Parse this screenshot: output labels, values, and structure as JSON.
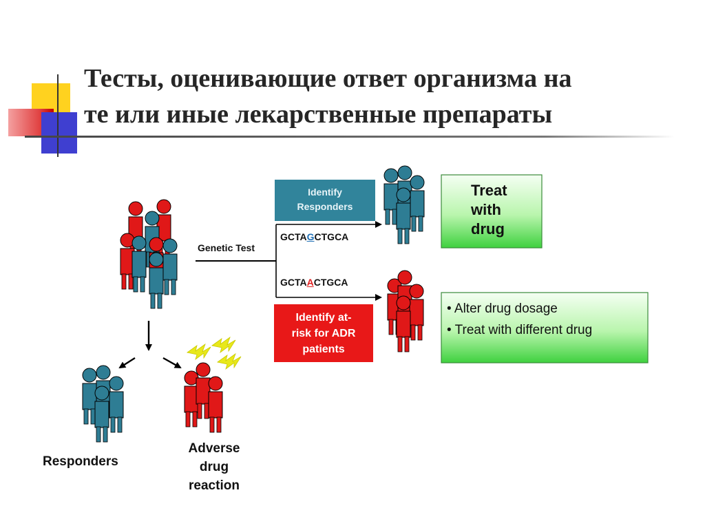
{
  "slide": {
    "title_line1": "Тесты, оценивающие ответ организма на",
    "title_line2": "те или иные лекарственные препараты"
  },
  "diagram": {
    "genetic_test_label": "Genetic Test",
    "identify_responders": {
      "line1": "Identify",
      "line2": "Responders"
    },
    "identify_at_risk": {
      "line1": "Identify at-",
      "line2": "risk for ADR",
      "line3": "patients"
    },
    "sequence_responder": {
      "prefix": "GCTA",
      "variant": "G",
      "suffix": "CTGCA",
      "variant_color": "#1f6fb5"
    },
    "sequence_at_risk": {
      "prefix": "GCTA",
      "variant": "A",
      "suffix": "CTGCA",
      "variant_color": "#e02020"
    },
    "treat_box": {
      "line1": "Treat",
      "line2": "with",
      "line3": "drug"
    },
    "alter_box": {
      "bullet1": "Alter drug dosage",
      "bullet2": "Treat with different drug"
    },
    "responders_label": "Responders",
    "adverse_label": {
      "line1": "Adverse",
      "line2": "drug",
      "line3": "reaction"
    },
    "colors": {
      "teal": "#2e7d94",
      "red": "#e01818",
      "green_light": "#eaffe6",
      "green_dark": "#33cc33",
      "lightning": "#e8e81a"
    }
  }
}
